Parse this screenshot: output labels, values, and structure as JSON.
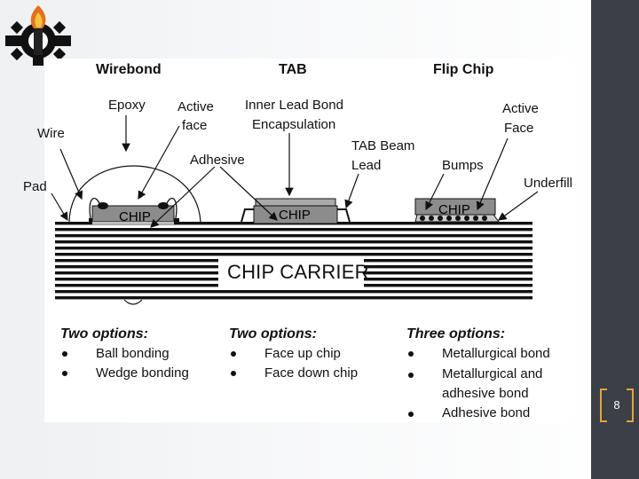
{
  "slide": {
    "page_number": "8",
    "headers": {
      "wirebond": "Wirebond",
      "tab": "TAB",
      "flip_chip": "Flip Chip"
    },
    "labels": {
      "wire": "Wire",
      "pad": "Pad",
      "epoxy": "Epoxy",
      "active_face_1": "Active",
      "active_face_2": "face",
      "adhesive": "Adhesive",
      "inner_lead_1": "Inner Lead Bond",
      "inner_lead_2": "Encapsulation",
      "tab_beam_1": "TAB Beam",
      "tab_beam_2": "Lead",
      "active_face_fc_1": "Active",
      "active_face_fc_2": "Face",
      "bumps": "Bumps",
      "underfill": "Underfill",
      "chip": "CHIP",
      "chip_carrier": "CHIP CARRIER"
    },
    "options": {
      "wirebond": {
        "title": "Two options:",
        "items": [
          "Ball bonding",
          "Wedge bonding"
        ]
      },
      "tab": {
        "title": "Two options:",
        "items": [
          "Face up chip",
          "Face down chip"
        ]
      },
      "flip_chip": {
        "title": "Three options:",
        "items": [
          "Metallurgical bond",
          "Metallurgical and",
          "adhesive bond",
          "Adhesive bond"
        ]
      }
    }
  },
  "colors": {
    "sidebar": "#3b4046",
    "accent": "#e8a23a",
    "chip_fill": "#8c8c8c"
  },
  "icons": {
    "logo": "torch-gear-logo",
    "emblem": "institute-emblem"
  }
}
